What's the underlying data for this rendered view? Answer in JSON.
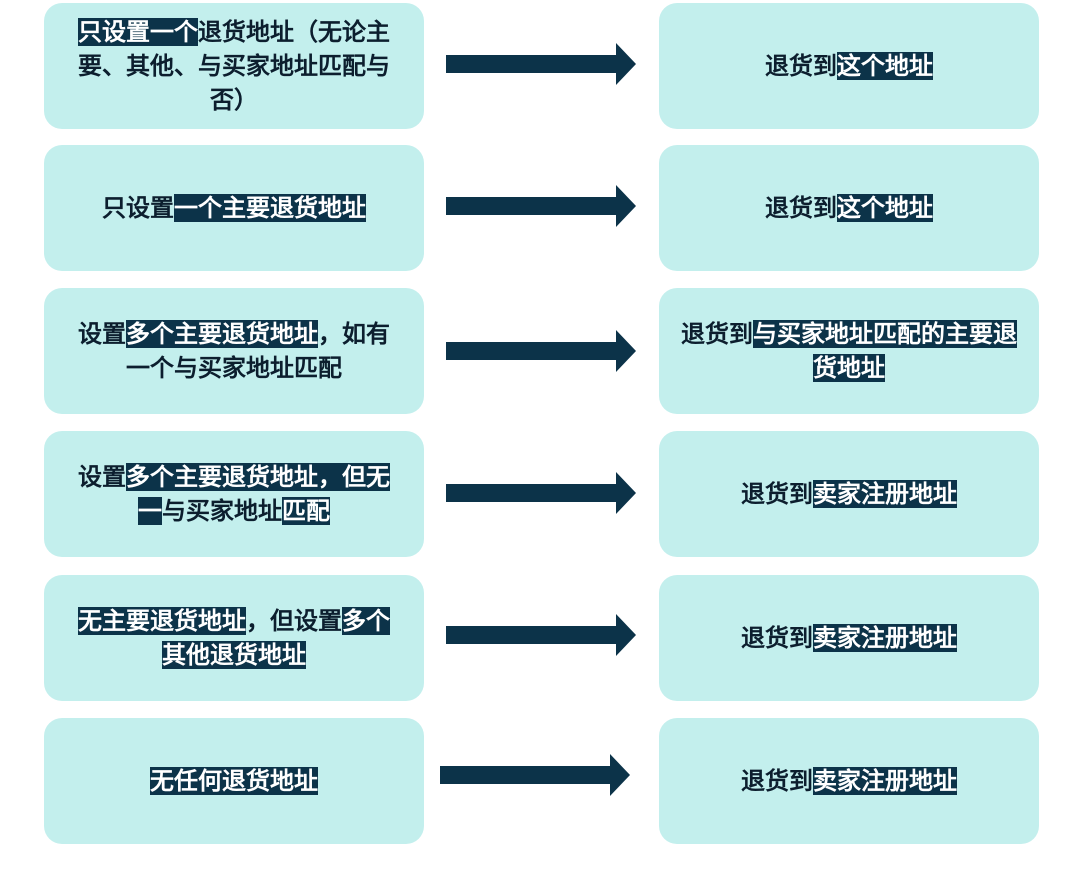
{
  "colors": {
    "box_fill": "#c3efed",
    "arrow": "#0c3349",
    "highlight_bg": "#0c3349",
    "text": "#0c1e2e"
  },
  "rows": [
    {
      "condition": [
        {
          "text": "只设置一个",
          "hl": true
        },
        {
          "text": "退货地址（无论主要、其他、与买家地址匹配与否）",
          "hl": false
        }
      ],
      "result": [
        {
          "text": "退货到",
          "hl": false
        },
        {
          "text": "这个地址",
          "hl": true
        }
      ]
    },
    {
      "condition": [
        {
          "text": "只设置",
          "hl": false
        },
        {
          "text": "一个主要退货地址",
          "hl": true
        }
      ],
      "result": [
        {
          "text": "退货到",
          "hl": false
        },
        {
          "text": "这个地址",
          "hl": true
        }
      ]
    },
    {
      "condition": [
        {
          "text": "设置",
          "hl": false
        },
        {
          "text": "多个主要退货地址",
          "hl": true
        },
        {
          "text": "，如有一个与买家地址匹配",
          "hl": false
        }
      ],
      "result": [
        {
          "text": "退货到",
          "hl": false
        },
        {
          "text": "与买家地址匹配的主要退货地址",
          "hl": true
        }
      ]
    },
    {
      "condition": [
        {
          "text": "设置",
          "hl": false
        },
        {
          "text": "多个主要退货地址，但无一",
          "hl": true
        },
        {
          "text": "与买家地址",
          "hl": false
        },
        {
          "text": "匹配",
          "hl": true
        }
      ],
      "result": [
        {
          "text": "退货到",
          "hl": false
        },
        {
          "text": "卖家注册地址",
          "hl": true
        }
      ]
    },
    {
      "condition": [
        {
          "text": "无主要退货地址",
          "hl": true
        },
        {
          "text": "，但设置",
          "hl": false
        },
        {
          "text": "多个其他退货地址",
          "hl": true
        }
      ],
      "result": [
        {
          "text": "退货到",
          "hl": false
        },
        {
          "text": "卖家注册地址",
          "hl": true
        }
      ]
    },
    {
      "condition": [
        {
          "text": "无任何退货地址",
          "hl": true
        }
      ],
      "result": [
        {
          "text": "退货到",
          "hl": false
        },
        {
          "text": "卖家注册地址",
          "hl": true
        }
      ]
    }
  ]
}
